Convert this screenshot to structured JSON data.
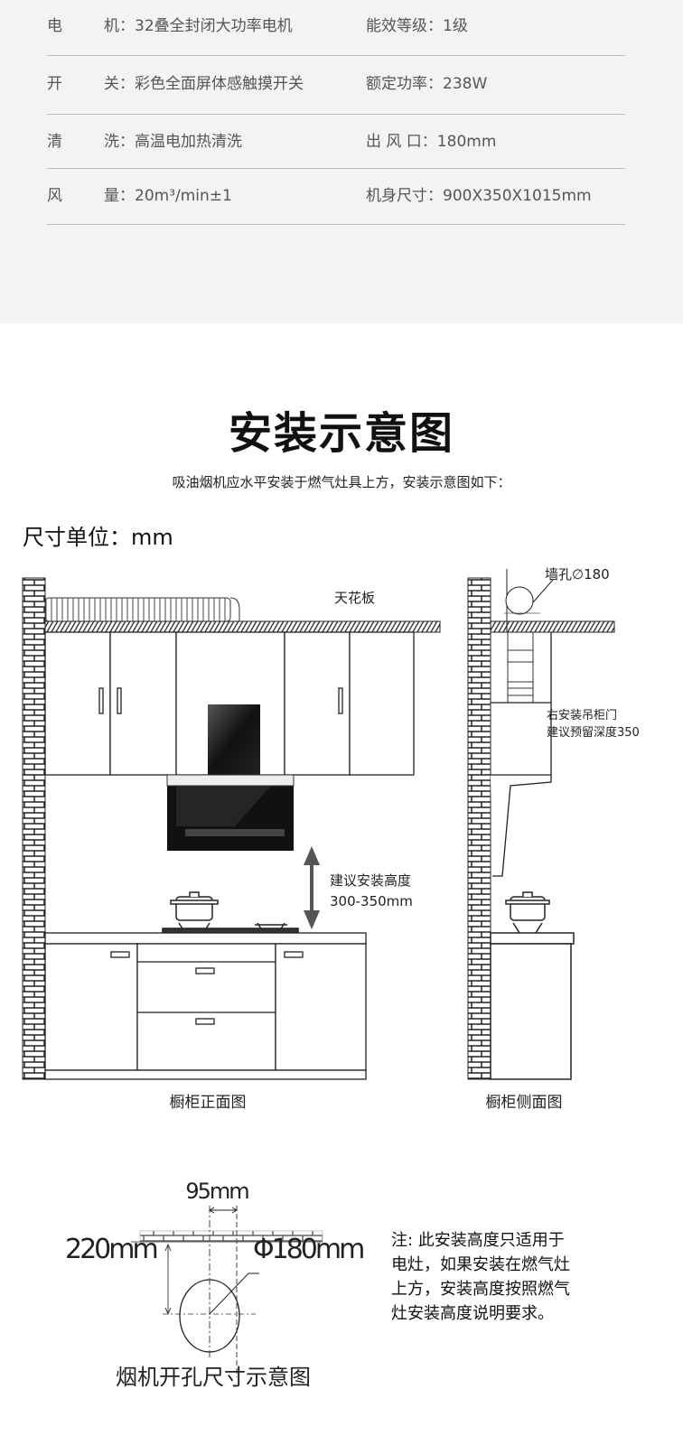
{
  "specs": [
    {
      "k1": "电",
      "v1": "机：32叠全封闭大功率电机",
      "v2": "能效等级：1级"
    },
    {
      "k1": "开",
      "v1": "关：彩色全面屏体感触摸开关",
      "v2": "额定功率：238W"
    },
    {
      "k1": "清",
      "v1": "洗：高温电加热清洗",
      "v2": "出 风 口：180mm"
    },
    {
      "k1": "风",
      "v1": "量：20m³/min±1",
      "v2": "机身尺寸：900X350X1015mm"
    }
  ],
  "install": {
    "title": "安装示意图",
    "subtitle": "吸油烟机应水平安装于燃气灶具上方，安装示意图如下：",
    "unit": "尺寸单位：mm",
    "front": {
      "ceiling": "天花板",
      "height_label": "建议安装高度",
      "height_value": "300-350mm",
      "caption": "橱柜正面图"
    },
    "side": {
      "hole": "墙孔∅180",
      "door_line1": "右安装吊柜门",
      "door_line2": "建议预留深度350",
      "caption": "橱柜侧面图"
    },
    "hole": {
      "offset": "95mm",
      "height": "220mm",
      "diameter": "Φ180mm",
      "caption": "烟机开孔尺寸示意图"
    },
    "note": [
      "注: 此安装高度只适用于",
      "电灶，如果安装在燃气灶",
      "上方，安装高度按照燃气",
      "灶安装高度说明要求。"
    ]
  }
}
